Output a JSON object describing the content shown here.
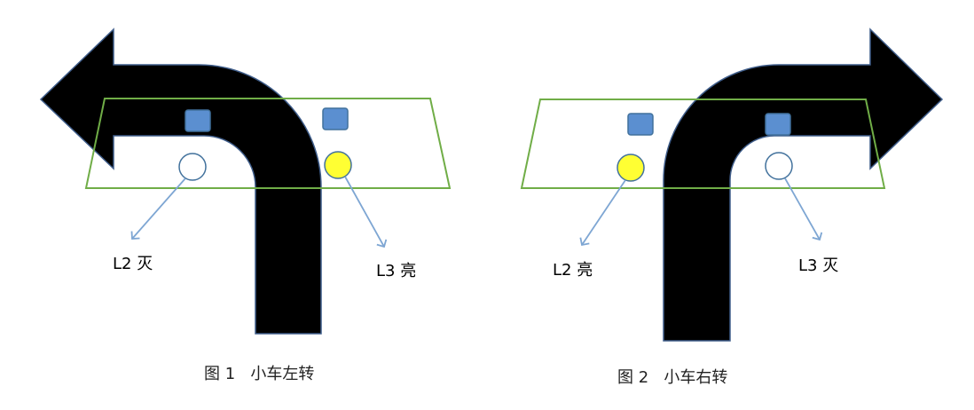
{
  "figure1": {
    "caption": "图 1   小车左转",
    "left_sensor_label": "L2 灭",
    "right_sensor_label": "L3 亮"
  },
  "figure2": {
    "caption": "图 2   小车右转",
    "left_sensor_label": "L2 亮",
    "right_sensor_label": "L3 灭"
  },
  "colors": {
    "arrow_fill": "#000000",
    "arrow_stroke": "#3f5d8a",
    "car_outline": "#70ad47",
    "square_fill": "#5b8fd0",
    "square_stroke": "#41719c",
    "led_on": "#ffff33",
    "led_off": "#ffffff",
    "led_stroke": "#41719c",
    "pointer": "#7ea6d3"
  }
}
